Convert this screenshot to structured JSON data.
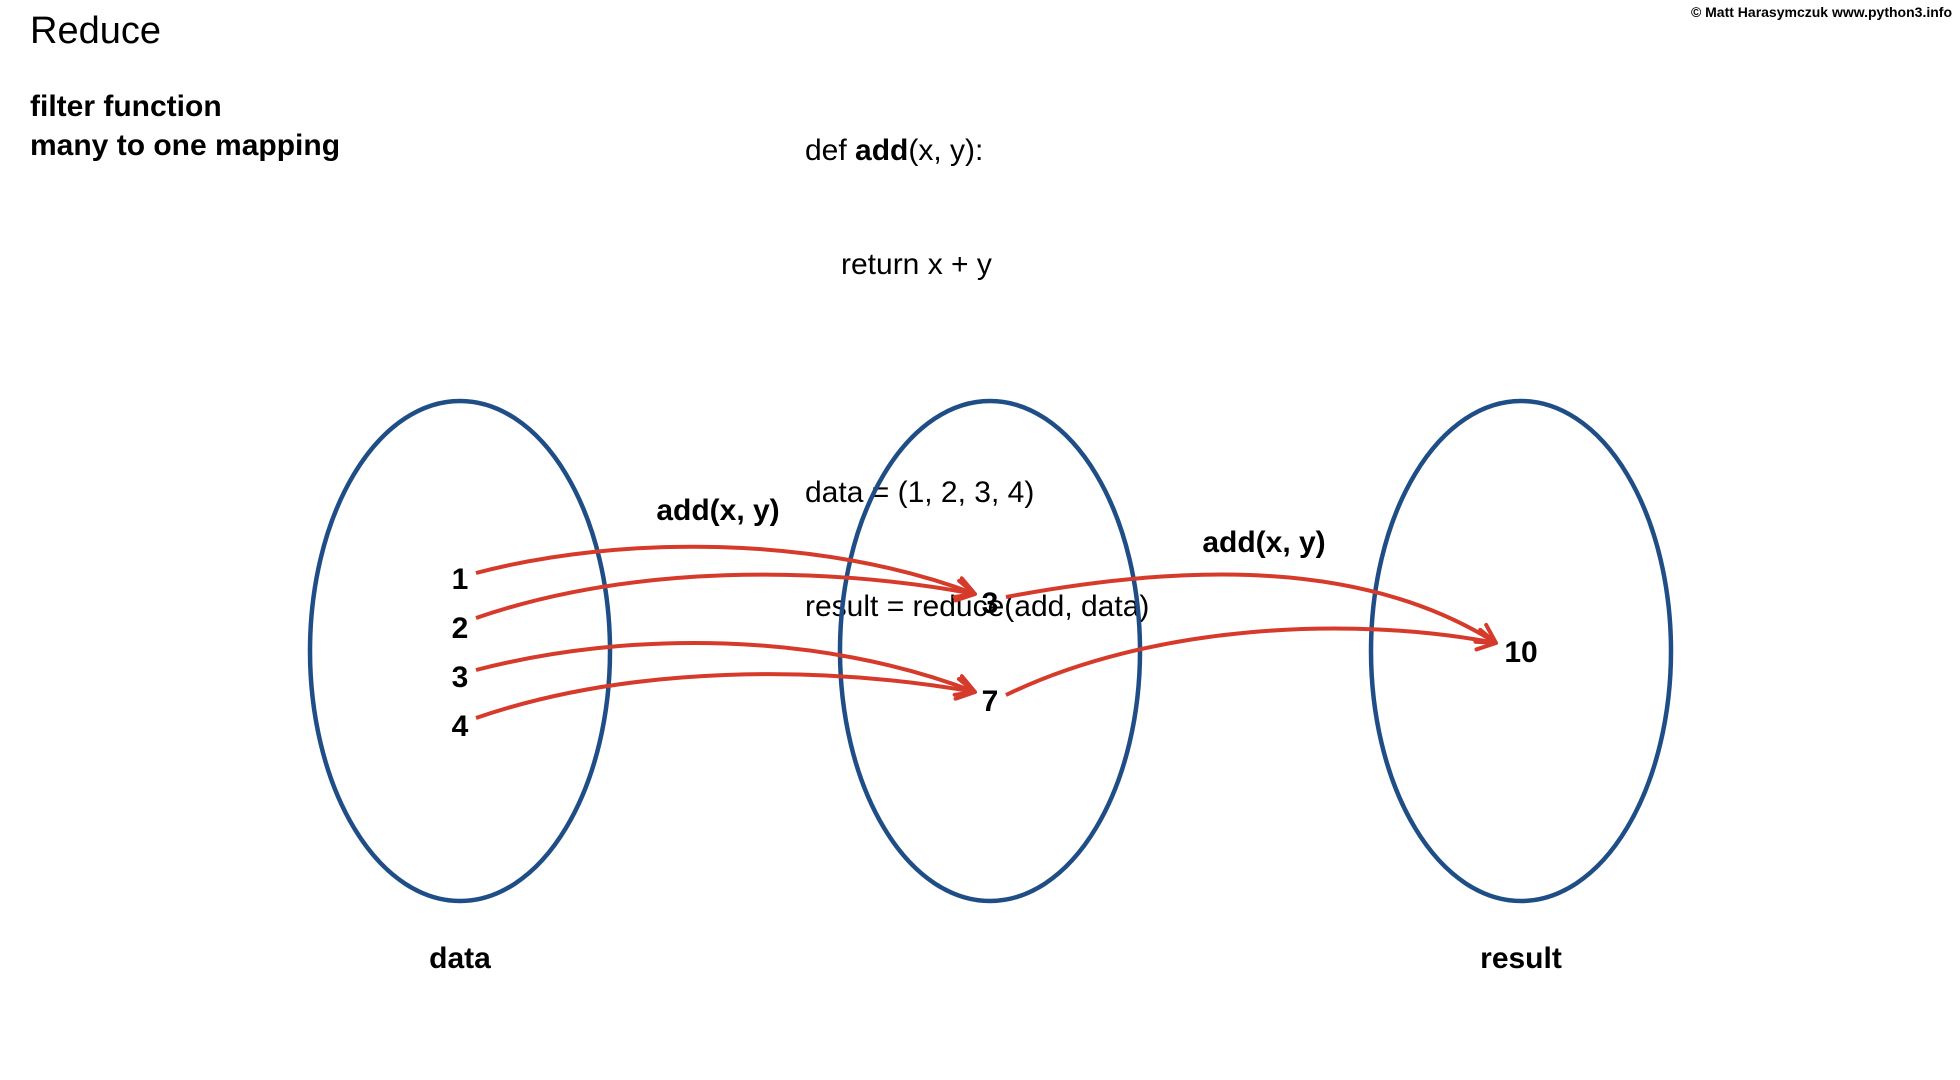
{
  "header": {
    "title": "Reduce",
    "subtitle_lines": [
      "filter function",
      "many to one mapping"
    ],
    "copyright": "© Matt Harasymczuk www.python3.info"
  },
  "code": {
    "line1_prefix": "def ",
    "line1_fn": "add",
    "line1_suffix": "(x, y):",
    "line2": "return x + y",
    "line3": "data = (1, 2, 3, 4)",
    "line4": "result = reduce(add, data)"
  },
  "colors": {
    "ellipse": "#1f4e86",
    "arrow": "#d63a2a",
    "text": "#000000"
  },
  "diagram": {
    "sets": [
      {
        "id": "data",
        "label": "data",
        "values": [
          "1",
          "2",
          "3",
          "4"
        ]
      },
      {
        "id": "middle",
        "label": "",
        "values": [
          "3",
          "7"
        ]
      },
      {
        "id": "result",
        "label": "result",
        "values": [
          "10"
        ]
      }
    ],
    "edge_labels": [
      "add(x, y)",
      "add(x, y)"
    ],
    "edges": [
      {
        "from": "data.0",
        "to": "middle.0"
      },
      {
        "from": "data.1",
        "to": "middle.0"
      },
      {
        "from": "data.2",
        "to": "middle.1"
      },
      {
        "from": "data.3",
        "to": "middle.1"
      },
      {
        "from": "middle.0",
        "to": "result.0"
      },
      {
        "from": "middle.1",
        "to": "result.0"
      }
    ]
  }
}
